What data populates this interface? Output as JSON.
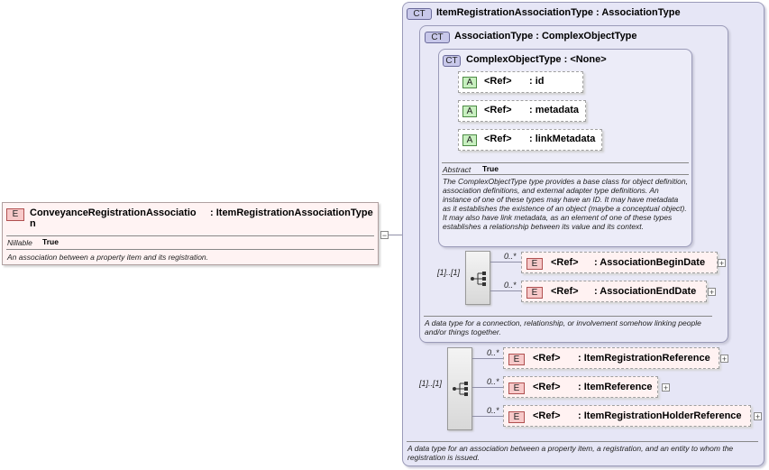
{
  "root_element": {
    "badge": "E",
    "name_line1": "ConveyanceRegistrationAssociatio",
    "name_line2": "n",
    "type": ": ItemRegistrationAssociationType",
    "nillable_label": "Nillable",
    "nillable_value": "True",
    "description": "An association between a property item and its registration.",
    "collapse_symbol": "−"
  },
  "outer_type": {
    "badge": "CT",
    "title": "ItemRegistrationAssociationType : AssociationType",
    "description": "A data type for an association between a property item, a registration, and an entity to whom the registration is issued.",
    "sequence_multiplicity": "[1]..[1]",
    "elements": [
      {
        "badge": "E",
        "ref": "<Ref>",
        "name": ": ItemRegistrationReference",
        "multiplicity": "0..*",
        "expand": "+"
      },
      {
        "badge": "E",
        "ref": "<Ref>",
        "name": ": ItemReference",
        "multiplicity": "0..*",
        "expand": "+"
      },
      {
        "badge": "E",
        "ref": "<Ref>",
        "name": ": ItemRegistrationHolderReference",
        "multiplicity": "0..*",
        "expand": "+"
      }
    ]
  },
  "association_type": {
    "badge": "CT",
    "title": "AssociationType : ComplexObjectType",
    "description": "A data type for a connection, relationship, or involvement somehow linking people and/or things together.",
    "sequence_multiplicity": "[1]..[1]",
    "elements": [
      {
        "badge": "E",
        "ref": "<Ref>",
        "name": ": AssociationBeginDate",
        "multiplicity": "0..*",
        "expand": "+"
      },
      {
        "badge": "E",
        "ref": "<Ref>",
        "name": ": AssociationEndDate",
        "multiplicity": "0..*",
        "expand": "+"
      }
    ]
  },
  "complex_object_type": {
    "badge": "CT",
    "title": "ComplexObjectType : <None>",
    "abstract_label": "Abstract",
    "abstract_value": "True",
    "description": "The ComplexObjectType type provides a base class for object definition, association definitions, and external adapter type definitions. An instance of one of these types may have an ID. It may have metadata as it establishes the existence of an object (maybe a conceptual object). It may also have link metadata, as an element of one of these types establishes a relationship between its value and its context.",
    "attributes": [
      {
        "badge": "A",
        "ref": "<Ref>",
        "name": ": id"
      },
      {
        "badge": "A",
        "ref": "<Ref>",
        "name": ": metadata"
      },
      {
        "badge": "A",
        "ref": "<Ref>",
        "name": ": linkMetadata"
      }
    ]
  },
  "colors": {
    "ct_background": "#e6e6f6",
    "element_background": "#fff2f2",
    "attribute_tab": "#c8f0c0",
    "element_badge": "#f7c9c9"
  }
}
